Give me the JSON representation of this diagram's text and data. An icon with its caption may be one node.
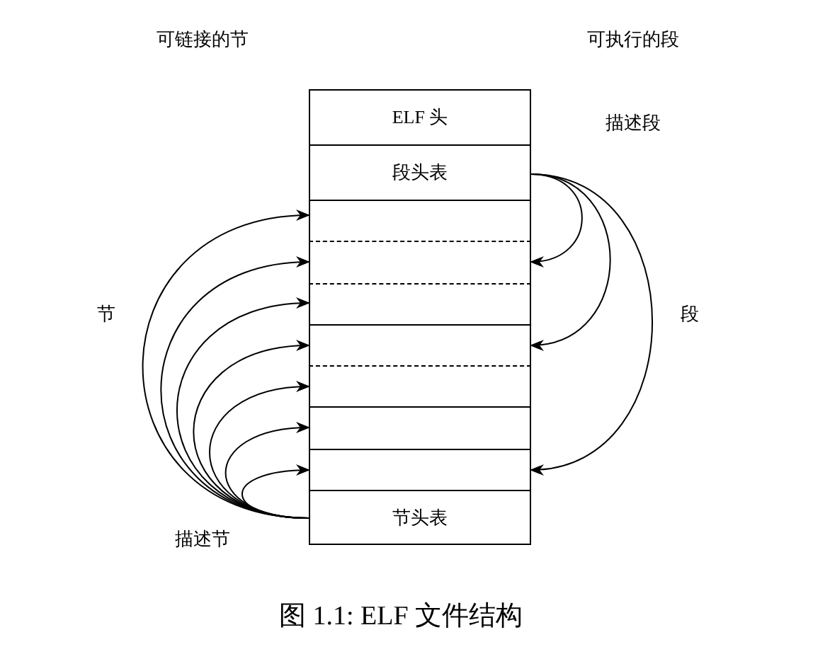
{
  "diagram": {
    "caption": "图 1.1: ELF 文件结构",
    "nodes": [
      {
        "text": [
          "ELF 头"
        ]
      },
      {
        "text": [
          "段头表"
        ]
      },
      {
        "text": [],
        "shape": "box"
      },
      {
        "text": [],
        "shape": "box"
      },
      {
        "text": [],
        "shape": "box"
      },
      {
        "text": [],
        "shape": "box"
      },
      {
        "text": [],
        "shape": "box"
      },
      {
        "text": [],
        "shape": "box"
      },
      {
        "text": [],
        "shape": "box"
      },
      {
        "text": [
          "节头表"
        ]
      }
    ],
    "edges": [
      {
        "from": 9,
        "to": 2,
        "arrow": "to"
      },
      {
        "from": 9,
        "to": 3,
        "arrow": "to"
      },
      {
        "from": 9,
        "to": 4,
        "arrow": "to"
      },
      {
        "from": 9,
        "to": 5,
        "arrow": "to"
      },
      {
        "from": 9,
        "to": 6,
        "arrow": "to"
      },
      {
        "from": 9,
        "to": 7,
        "arrow": "to"
      },
      {
        "from": 9,
        "to": 8,
        "arrow": "to"
      },
      {
        "from": 1,
        "to": 3,
        "arrow": "to"
      },
      {
        "from": 1,
        "to": 5,
        "arrow": "to"
      },
      {
        "from": 1,
        "to": 8,
        "arrow": "to"
      }
    ],
    "labels": [
      "可链接的节",
      "可执行的段",
      "描述段",
      "节",
      "段",
      "描述节"
    ]
  }
}
